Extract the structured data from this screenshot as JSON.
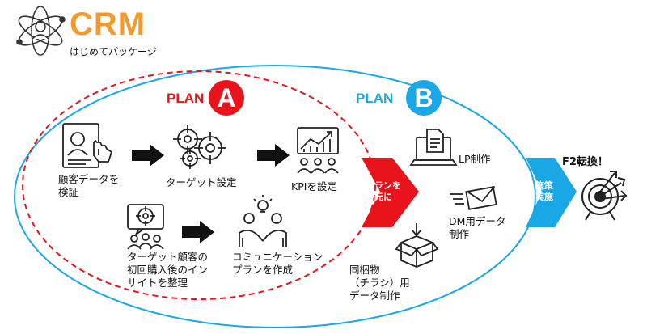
{
  "logo": {
    "title": "CRM",
    "subtitle": "はじめてパッケージ",
    "icon": "atom-person-icon"
  },
  "plan_a": {
    "word": "PLAN",
    "letter": "A",
    "color": "#e8131b"
  },
  "plan_b": {
    "word": "PLAN",
    "letter": "B",
    "color": "#1aa7e6"
  },
  "steps": {
    "verify_customer_data": {
      "line1": "顧客データを",
      "line2": "検証",
      "icon": "customer-profile-icon"
    },
    "target_setting": {
      "label": "ターゲット設定",
      "icon": "crosshair-target-icon"
    },
    "kpi_setting": {
      "label": "KPIを設定",
      "icon": "kpi-chart-icon"
    },
    "organize_insight": {
      "line1": "ターゲット顧客の",
      "line2": "初回購入後のイン",
      "line3": "サイトを整理",
      "icon": "target-people-icon"
    },
    "communication_plan": {
      "line1": "コミュニケーション",
      "line2": "プランを作成",
      "icon": "idea-people-icon"
    }
  },
  "pivot_arrow": {
    "line1": "プランを",
    "line2": "元に",
    "color": "#e8131b"
  },
  "plan_b_items": {
    "lp": {
      "label": "LP制作",
      "icon": "laptop-document-icon"
    },
    "dm": {
      "line1": "DM用データ",
      "line2": "制作",
      "icon": "mail-envelope-icon"
    },
    "flyer": {
      "line1": "同梱物",
      "line2": "（チラシ）用",
      "line3": "データ制作",
      "icon": "package-box-icon"
    }
  },
  "execute_arrow": {
    "line1": "施策",
    "line2": "実施",
    "color": "#1aa7e6"
  },
  "goal": {
    "label": "F2転換！",
    "icon": "bullseye-darts-icon"
  },
  "colors": {
    "red": "#e8131b",
    "blue": "#1aa7e6",
    "orange": "#f39a2c",
    "dark": "#1a1a1a"
  }
}
